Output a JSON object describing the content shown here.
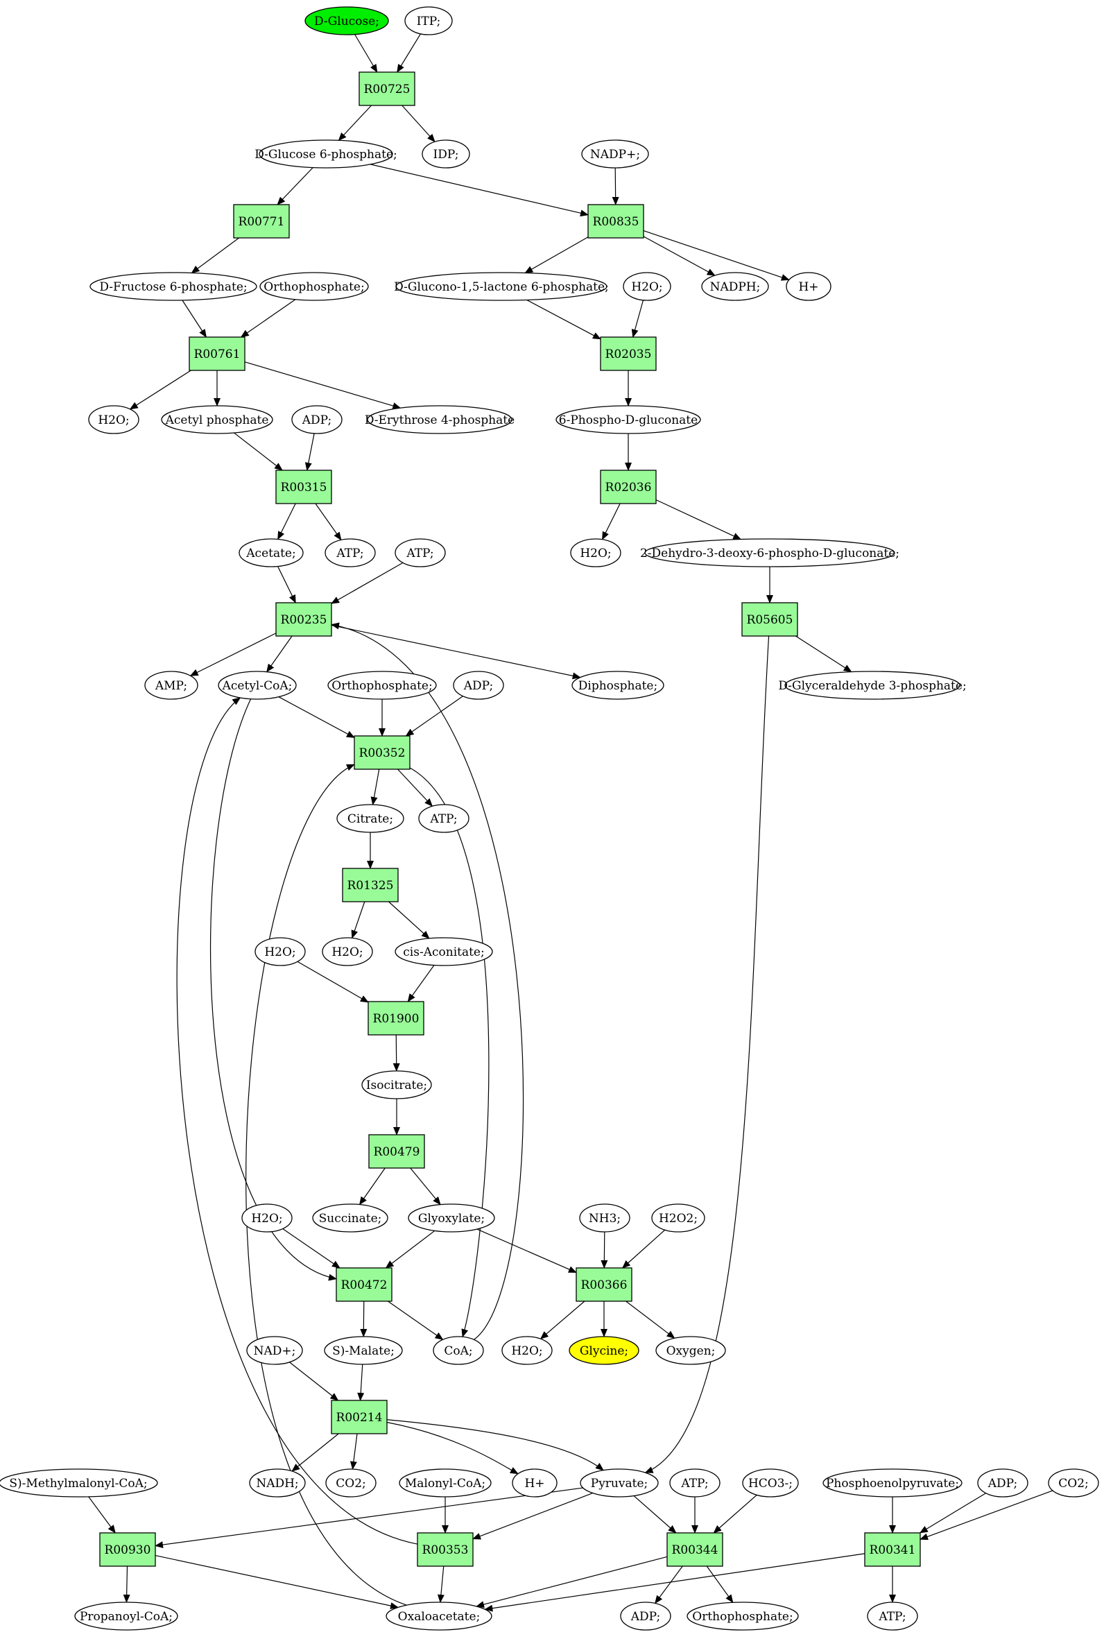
{
  "colors": {
    "reaction_fill": "#98fb98",
    "start_fill": "#00ee00",
    "target_fill": "#ffff00",
    "compound_fill": "#ffffff"
  },
  "nodes": {
    "dglucose": {
      "label": "D-Glucose;",
      "kind": "compound",
      "role": "start"
    },
    "itp": {
      "label": "ITP;",
      "kind": "compound"
    },
    "r00725": {
      "label": "R00725",
      "kind": "reaction"
    },
    "g6p": {
      "label": "D-Glucose 6-phosphate;",
      "kind": "compound"
    },
    "idp": {
      "label": "IDP;",
      "kind": "compound"
    },
    "nadp": {
      "label": "NADP+;",
      "kind": "compound"
    },
    "r00771": {
      "label": "R00771",
      "kind": "reaction"
    },
    "r00835": {
      "label": "R00835",
      "kind": "reaction"
    },
    "f6p": {
      "label": "D-Fructose 6-phosphate;",
      "kind": "compound"
    },
    "orthoA": {
      "label": "Orthophosphate;",
      "kind": "compound"
    },
    "gluconolactone": {
      "label": "D-Glucono-1,5-lactone 6-phosphate;",
      "kind": "compound"
    },
    "h2oA": {
      "label": "H2O;",
      "kind": "compound"
    },
    "nadph": {
      "label": "NADPH;",
      "kind": "compound"
    },
    "hplusA": {
      "label": "H+",
      "kind": "compound"
    },
    "r00761": {
      "label": "R00761",
      "kind": "reaction"
    },
    "r02035": {
      "label": "R02035",
      "kind": "reaction"
    },
    "h2oB": {
      "label": "H2O;",
      "kind": "compound"
    },
    "acetylp": {
      "label": "Acetyl phosphate",
      "kind": "compound"
    },
    "adpA": {
      "label": "ADP;",
      "kind": "compound"
    },
    "e4p": {
      "label": "D-Erythrose 4-phosphate",
      "kind": "compound"
    },
    "pgluconate": {
      "label": "6-Phospho-D-gluconate",
      "kind": "compound"
    },
    "r00315": {
      "label": "R00315",
      "kind": "reaction"
    },
    "r02036": {
      "label": "R02036",
      "kind": "reaction"
    },
    "acetate": {
      "label": "Acetate;",
      "kind": "compound"
    },
    "atpA": {
      "label": "ATP;",
      "kind": "compound"
    },
    "atpB": {
      "label": "ATP;",
      "kind": "compound"
    },
    "h2oC": {
      "label": "H2O;",
      "kind": "compound"
    },
    "kdpg": {
      "label": "2-Dehydro-3-deoxy-6-phospho-D-gluconate;",
      "kind": "compound"
    },
    "r00235": {
      "label": "R00235",
      "kind": "reaction"
    },
    "r05605": {
      "label": "R05605",
      "kind": "reaction"
    },
    "amp": {
      "label": "AMP;",
      "kind": "compound"
    },
    "acetylcoa": {
      "label": "Acetyl-CoA;",
      "kind": "compound"
    },
    "orthoB": {
      "label": "Orthophosphate;",
      "kind": "compound"
    },
    "adpB": {
      "label": "ADP;",
      "kind": "compound"
    },
    "diphosphate": {
      "label": "Diphosphate;",
      "kind": "compound"
    },
    "g3p": {
      "label": "D-Glyceraldehyde 3-phosphate;",
      "kind": "compound"
    },
    "r00352": {
      "label": "R00352",
      "kind": "reaction"
    },
    "citrate": {
      "label": "Citrate;",
      "kind": "compound"
    },
    "atpC": {
      "label": "ATP;",
      "kind": "compound"
    },
    "r01325": {
      "label": "R01325",
      "kind": "reaction"
    },
    "h2oD": {
      "label": "H2O;",
      "kind": "compound"
    },
    "h2oE": {
      "label": "H2O;",
      "kind": "compound"
    },
    "cisaconitate": {
      "label": "cis-Aconitate;",
      "kind": "compound"
    },
    "r01900": {
      "label": "R01900",
      "kind": "reaction"
    },
    "isocitrate": {
      "label": "Isocitrate;",
      "kind": "compound"
    },
    "r00479": {
      "label": "R00479",
      "kind": "reaction"
    },
    "h2oF": {
      "label": "H2O;",
      "kind": "compound"
    },
    "succinate": {
      "label": "Succinate;",
      "kind": "compound"
    },
    "glyoxylate": {
      "label": "Glyoxylate;",
      "kind": "compound"
    },
    "nh3": {
      "label": "NH3;",
      "kind": "compound"
    },
    "h2o2": {
      "label": "H2O2;",
      "kind": "compound"
    },
    "r00472": {
      "label": "R00472",
      "kind": "reaction"
    },
    "r00366": {
      "label": "R00366",
      "kind": "reaction"
    },
    "nadplus": {
      "label": "NAD+;",
      "kind": "compound"
    },
    "smalate": {
      "label": "S)-Malate;",
      "kind": "compound"
    },
    "coa": {
      "label": "CoA;",
      "kind": "compound"
    },
    "h2oG": {
      "label": "H2O;",
      "kind": "compound"
    },
    "glycine": {
      "label": "Glycine;",
      "kind": "compound",
      "role": "target"
    },
    "oxygen": {
      "label": "Oxygen;",
      "kind": "compound"
    },
    "r00214": {
      "label": "R00214",
      "kind": "reaction"
    },
    "smethylmalonyl": {
      "label": "S)-Methylmalonyl-CoA;",
      "kind": "compound"
    },
    "nadh": {
      "label": "NADH;",
      "kind": "compound"
    },
    "co2A": {
      "label": "CO2;",
      "kind": "compound"
    },
    "malonylcoa": {
      "label": "Malonyl-CoA;",
      "kind": "compound"
    },
    "hplusB": {
      "label": "H+",
      "kind": "compound"
    },
    "pyruvate": {
      "label": "Pyruvate;",
      "kind": "compound"
    },
    "atpD": {
      "label": "ATP;",
      "kind": "compound"
    },
    "hco3": {
      "label": "HCO3-;",
      "kind": "compound"
    },
    "pep": {
      "label": "Phosphoenolpyruvate;",
      "kind": "compound"
    },
    "adpC": {
      "label": "ADP;",
      "kind": "compound"
    },
    "co2B": {
      "label": "CO2;",
      "kind": "compound"
    },
    "r00930": {
      "label": "R00930",
      "kind": "reaction"
    },
    "r00353": {
      "label": "R00353",
      "kind": "reaction"
    },
    "r00344": {
      "label": "R00344",
      "kind": "reaction"
    },
    "r00341": {
      "label": "R00341",
      "kind": "reaction"
    },
    "propanoylcoa": {
      "label": "Propanoyl-CoA;",
      "kind": "compound"
    },
    "oxaloacetate": {
      "label": "Oxaloacetate;",
      "kind": "compound"
    },
    "adpD": {
      "label": "ADP;",
      "kind": "compound"
    },
    "orthoC": {
      "label": "Orthophosphate;",
      "kind": "compound"
    },
    "atpE": {
      "label": "ATP;",
      "kind": "compound"
    }
  },
  "edges": [
    [
      "dglucose",
      "r00725"
    ],
    [
      "itp",
      "r00725"
    ],
    [
      "r00725",
      "g6p"
    ],
    [
      "r00725",
      "idp"
    ],
    [
      "g6p",
      "r00771"
    ],
    [
      "g6p",
      "r00835"
    ],
    [
      "nadp",
      "r00835"
    ],
    [
      "r00771",
      "f6p"
    ],
    [
      "r00835",
      "gluconolactone"
    ],
    [
      "r00835",
      "nadph"
    ],
    [
      "r00835",
      "hplusA"
    ],
    [
      "f6p",
      "r00761"
    ],
    [
      "orthoA",
      "r00761"
    ],
    [
      "gluconolactone",
      "r02035"
    ],
    [
      "h2oA",
      "r02035"
    ],
    [
      "r00761",
      "h2oB"
    ],
    [
      "r00761",
      "acetylp"
    ],
    [
      "r00761",
      "e4p"
    ],
    [
      "r02035",
      "pgluconate"
    ],
    [
      "acetylp",
      "r00315"
    ],
    [
      "adpA",
      "r00315"
    ],
    [
      "pgluconate",
      "r02036"
    ],
    [
      "r00315",
      "acetate"
    ],
    [
      "r00315",
      "atpA"
    ],
    [
      "r02036",
      "h2oC"
    ],
    [
      "r02036",
      "kdpg"
    ],
    [
      "acetate",
      "r00235"
    ],
    [
      "atpB",
      "r00235"
    ],
    [
      "kdpg",
      "r05605"
    ],
    [
      "r00235",
      "amp"
    ],
    [
      "r00235",
      "acetylcoa"
    ],
    [
      "r00235",
      "diphosphate"
    ],
    [
      "r05605",
      "g3p"
    ],
    [
      "acetylcoa",
      "r00352"
    ],
    [
      "orthoB",
      "r00352"
    ],
    [
      "adpB",
      "r00352"
    ],
    [
      "r00352",
      "citrate"
    ],
    [
      "r00352",
      "atpC"
    ],
    [
      "citrate",
      "r01325"
    ],
    [
      "r01325",
      "h2oE"
    ],
    [
      "r01325",
      "cisaconitate"
    ],
    [
      "h2oD",
      "r01900"
    ],
    [
      "cisaconitate",
      "r01900"
    ],
    [
      "r01900",
      "isocitrate"
    ],
    [
      "isocitrate",
      "r00479"
    ],
    [
      "r00479",
      "succinate"
    ],
    [
      "r00479",
      "glyoxylate"
    ],
    [
      "h2oF",
      "r00472"
    ],
    [
      "glyoxylate",
      "r00472"
    ],
    [
      "glyoxylate",
      "r00366"
    ],
    [
      "nh3",
      "r00366"
    ],
    [
      "h2o2",
      "r00366"
    ],
    [
      "acetylcoa",
      "r00472"
    ],
    [
      "r00472",
      "smalate"
    ],
    [
      "r00472",
      "coa"
    ],
    [
      "coa",
      "r00235"
    ],
    [
      "r00352",
      "coa"
    ],
    [
      "r00366",
      "h2oG"
    ],
    [
      "r00366",
      "glycine"
    ],
    [
      "r00366",
      "oxygen"
    ],
    [
      "nadplus",
      "r00214"
    ],
    [
      "smalate",
      "r00214"
    ],
    [
      "r00214",
      "nadh"
    ],
    [
      "r00214",
      "co2A"
    ],
    [
      "r00214",
      "hplusB"
    ],
    [
      "r00214",
      "pyruvate"
    ],
    [
      "r05605",
      "pyruvate"
    ],
    [
      "smethylmalonyl",
      "r00930"
    ],
    [
      "pyruvate",
      "r00930"
    ],
    [
      "malonylcoa",
      "r00353"
    ],
    [
      "pyruvate",
      "r00353"
    ],
    [
      "pyruvate",
      "r00344"
    ],
    [
      "atpD",
      "r00344"
    ],
    [
      "hco3",
      "r00344"
    ],
    [
      "pep",
      "r00341"
    ],
    [
      "adpC",
      "r00341"
    ],
    [
      "co2B",
      "r00341"
    ],
    [
      "r00930",
      "propanoylcoa"
    ],
    [
      "r00930",
      "oxaloacetate"
    ],
    [
      "r00353",
      "oxaloacetate"
    ],
    [
      "r00353",
      "acetylcoa"
    ],
    [
      "r00344",
      "oxaloacetate"
    ],
    [
      "r00344",
      "adpD"
    ],
    [
      "r00344",
      "orthoC"
    ],
    [
      "r00341",
      "oxaloacetate"
    ],
    [
      "r00341",
      "atpE"
    ],
    [
      "oxaloacetate",
      "r00352"
    ]
  ]
}
